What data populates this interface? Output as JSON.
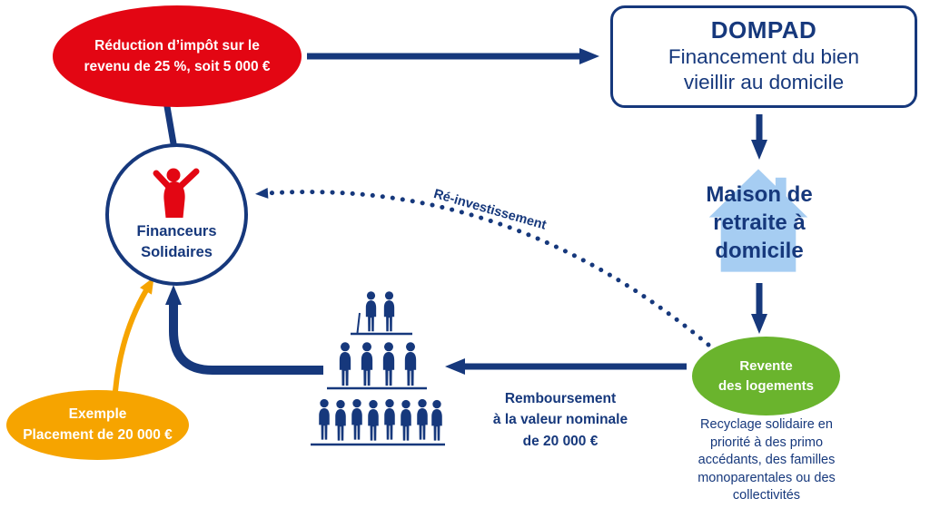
{
  "colors": {
    "dark_blue": "#16387c",
    "red": "#e30613",
    "green": "#6ab42d",
    "orange": "#f6a400",
    "light_blue": "#a6cdf2"
  },
  "nodes": {
    "tax_reduction": {
      "lines": [
        "Réduction d’impôt sur le",
        "revenu de 25 %, soit 5 000 €"
      ]
    },
    "dompad": {
      "title": "DOMPAD",
      "subtitle_lines": [
        "Financement du bien",
        "vieillir au domicile"
      ]
    },
    "maison": {
      "lines": [
        "Maison de",
        "retraite à",
        "domicile"
      ]
    },
    "revente": {
      "lines": [
        "Revente",
        "des logements"
      ]
    },
    "recyclage": {
      "lines": [
        "Recyclage solidaire en",
        "priorité à des primo",
        "accédants, des familles",
        "monoparentales ou des",
        "collectivités"
      ]
    },
    "financeurs": {
      "lines": [
        "Financeurs",
        "Solidaires"
      ]
    },
    "exemple": {
      "lines": [
        "Exemple",
        "Placement de 20 000 €"
      ]
    },
    "remboursement": {
      "lines": [
        "Remboursement",
        "à la valeur nominale",
        "de 20 000 €"
      ]
    },
    "reinvestissement": {
      "label": "Ré-investissement"
    }
  }
}
